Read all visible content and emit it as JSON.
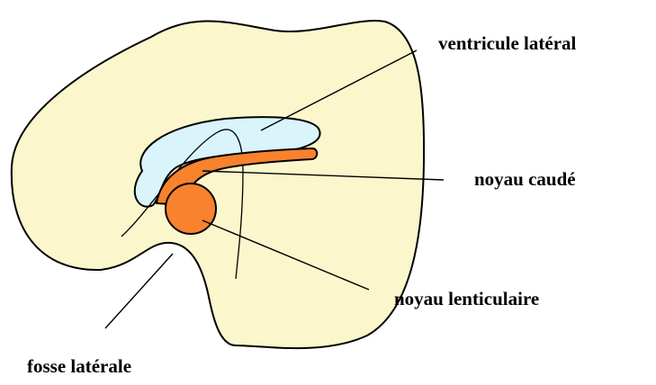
{
  "labels": {
    "ventricule": "ventricule latéral",
    "caude": "noyau caudé",
    "lenticulaire": "noyau lenticulaire",
    "fosse": "fosse latérale"
  },
  "colors": {
    "hemisphere_fill": "#fcf6cd",
    "ventricle_fill": "#d9f4fa",
    "nucleus_fill": "#f8822e",
    "stroke": "#000000",
    "background": "#ffffff"
  }
}
